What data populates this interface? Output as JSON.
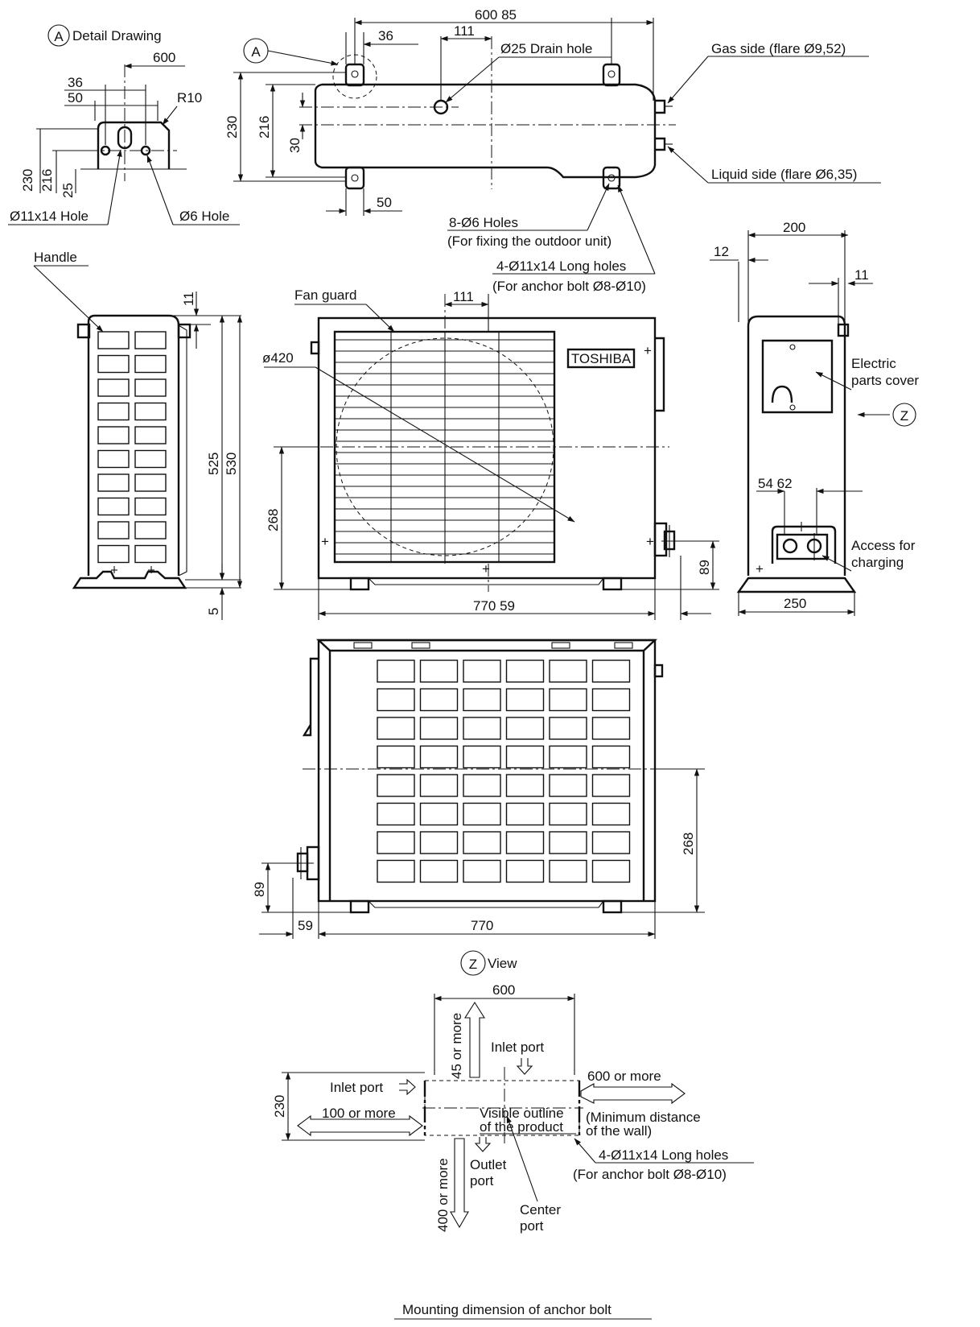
{
  "detail_a": {
    "circle_letter": "A",
    "title": "Detail Drawing",
    "dim_600": "600",
    "dim_36": "36",
    "dim_50": "50",
    "r10": "R10",
    "dim_230": "230",
    "dim_216": "216",
    "dim_25": "25",
    "hole_long": "Ø11x14 Hole",
    "hole_round": "Ø6 Hole"
  },
  "top_view": {
    "callout_letter": "A",
    "dim_600_85": "600 85",
    "dim_36": "36",
    "dim_111": "111",
    "drain_hole": "Ø25 Drain hole",
    "gas_side": "Gas side (flare Ø9,52)",
    "liquid_side": "Liquid side (flare Ø6,35)",
    "dim_230": "230",
    "dim_216": "216",
    "dim_30": "30",
    "dim_50": "50",
    "fixing_holes": "8-Ø6 Holes",
    "fixing_holes_note": "(For fixing the outdoor unit)",
    "long_holes": "4-Ø11x14 Long holes",
    "long_holes_note": "(For anchor bolt Ø8-Ø10)"
  },
  "left_view": {
    "handle": "Handle",
    "dim_11": "11",
    "dim_525": "525",
    "dim_530": "530",
    "dim_5": "5"
  },
  "front_view": {
    "fan_guard": "Fan guard",
    "dim_111": "111",
    "fan_dia": "ø420",
    "brand": "TOSHIBA",
    "dim_268": "268",
    "dim_89": "89",
    "dim_770_59": "770 59"
  },
  "right_view": {
    "dim_200": "200",
    "dim_12": "12",
    "dim_11": "11",
    "electric_cover_1": "Electric",
    "electric_cover_2": "parts cover",
    "z_letter": "Z",
    "dim_54_62": "54 62",
    "access_1": "Access for",
    "access_2": "charging",
    "dim_250": "250"
  },
  "rear_view": {
    "dim_268": "268",
    "dim_89": "89",
    "dim_59": "59",
    "dim_770": "770"
  },
  "z_view": {
    "z_letter": "Z",
    "title": "View",
    "dim_600": "600",
    "clear_45": "45 or more",
    "inlet_top": "Inlet port",
    "inlet_left": "Inlet port",
    "clear_600": "600 or more",
    "dim_230": "230",
    "clear_100": "100 or more",
    "outline_1": "Visible outline",
    "outline_2": "of the product",
    "wall_1": "(Minimum distance",
    "wall_2": "of the wall)",
    "long_holes": "4-Ø11x14 Long holes",
    "long_holes_note": "(For anchor bolt Ø8-Ø10)",
    "clear_400": "400 or more",
    "outlet_1": "Outlet",
    "outlet_2": "port",
    "center_1": "Center",
    "center_2": "port",
    "caption": "Mounting dimension of anchor bolt"
  }
}
